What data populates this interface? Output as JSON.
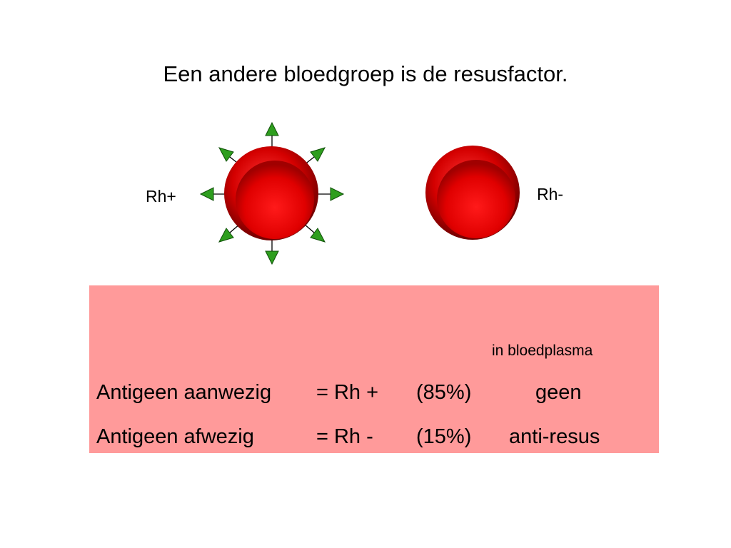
{
  "slide": {
    "title": "Een andere bloedgroep is de resusfactor.",
    "cells": {
      "rh_positive_label": "Rh+",
      "rh_negative_label": "Rh-"
    },
    "table": {
      "header": "in bloedplasma",
      "rows": [
        {
          "antigen": "Antigeen aanwezig",
          "rh": "= Rh +",
          "percent": "(85%)",
          "plasma": "geen"
        },
        {
          "antigen": "Antigeen afwezig",
          "rh": "= Rh  -",
          "percent": "(15%)",
          "plasma": "anti-resus"
        }
      ]
    },
    "colors": {
      "panel": "#ff9a9a",
      "cell_red": "#e00000",
      "antigen_green": "#2e9e1e"
    }
  }
}
